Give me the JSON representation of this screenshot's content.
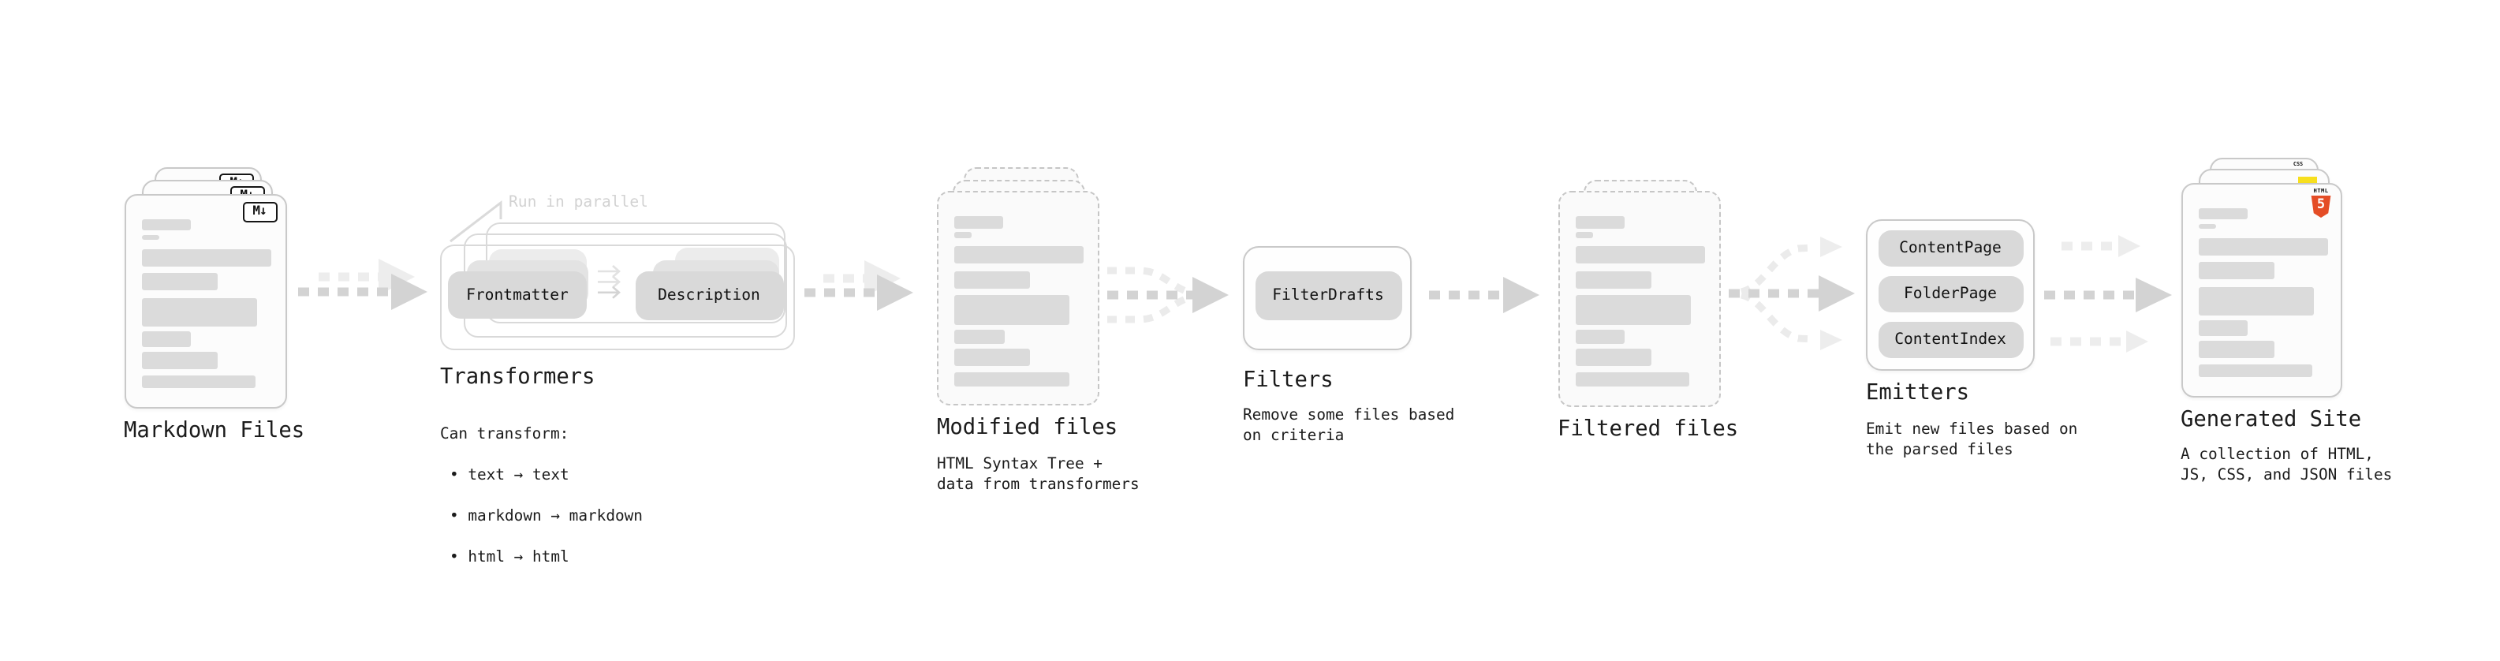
{
  "pipeline": {
    "markdown_files": {
      "title": "Markdown Files",
      "badge": "M↓"
    },
    "transformers": {
      "title": "Transformers",
      "note": "Run in parallel",
      "chip_left": "Frontmatter",
      "chip_right": "Description",
      "desc_heading": "Can transform:",
      "bullets": [
        "text → text",
        "markdown → markdown",
        "html → html"
      ]
    },
    "modified_files": {
      "title": "Modified files",
      "desc": "HTML Syntax Tree +\ndata from transformers"
    },
    "filters": {
      "title": "Filters",
      "chip": "FilterDrafts",
      "desc": "Remove some files based\non criteria"
    },
    "filtered_files": {
      "title": "Filtered files"
    },
    "emitters": {
      "title": "Emitters",
      "chips": [
        "ContentPage",
        "FolderPage",
        "ContentIndex"
      ],
      "desc": "Emit new files based on\nthe parsed files"
    },
    "generated_site": {
      "title": "Generated Site",
      "desc": "A collection of HTML,\nJS, CSS, and JSON files",
      "badge_html_word": "HTML",
      "badge_html_number": "5",
      "badge_css": "CSS"
    }
  },
  "colors": {
    "html5_orange": "#e44d26",
    "js_yellow": "#f7df1e",
    "css_blue": "#2862e9"
  }
}
